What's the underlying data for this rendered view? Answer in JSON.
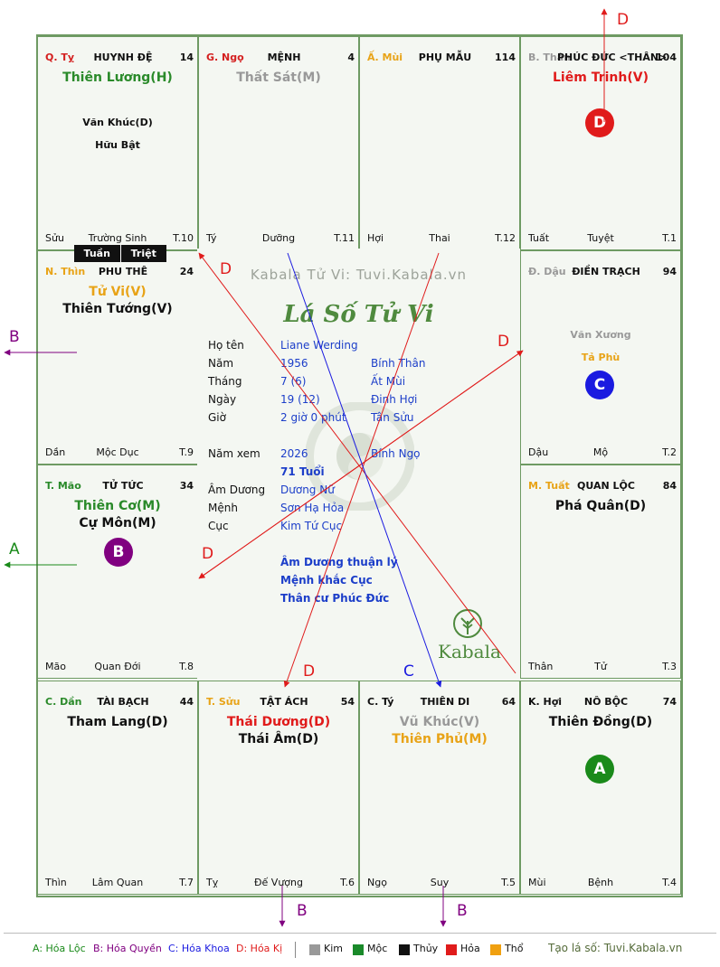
{
  "cells": [
    {
      "can": "Q. Tỵ",
      "can_color": "#d42020",
      "name": "HUYNH ĐỆ",
      "age": "14",
      "stars": [
        {
          "t": "Thiên Lương(H)",
          "c": "#2a8a2a"
        }
      ],
      "minor": [
        "Văn Khúc(D)",
        "Hữu Bật"
      ],
      "bl": "Sửu",
      "bc": "Trường Sinh",
      "br": "T.10"
    },
    {
      "can": "G. Ngọ",
      "can_color": "#d42020",
      "name": "MỆNH",
      "age": "4",
      "stars": [
        {
          "t": "Thất Sát(M)",
          "c": "#999999"
        }
      ],
      "minor": [],
      "bl": "Tý",
      "bc": "Dưỡng",
      "br": "T.11"
    },
    {
      "can": "Ấ. Mùi",
      "can_color": "#e8a317",
      "name": "PHỤ MẪU",
      "age": "114",
      "stars": [],
      "minor": [],
      "bl": "Hợi",
      "bc": "Thai",
      "br": "T.12"
    },
    {
      "can": "B. Thân",
      "can_color": "#999999",
      "name": "PHÚC ĐỨC <THÂN>",
      "age": "104",
      "stars": [
        {
          "t": "Liêm Trinh(V)",
          "c": "#e01b1b"
        }
      ],
      "minor": [],
      "bl": "Tuất",
      "bc": "Tuyệt",
      "br": "T.1"
    },
    {
      "can": "N. Thìn",
      "can_color": "#e8a317",
      "name": "PHU THÊ",
      "age": "24",
      "stars": [
        {
          "t": "Tử Vi(V)",
          "c": "#e8a317"
        },
        {
          "t": "Thiên Tướng(V)",
          "c": "#111111"
        }
      ],
      "minor": [],
      "bl": "Dần",
      "bc": "Mộc Dục",
      "br": "T.9"
    },
    {
      "can": "Đ. Dậu",
      "can_color": "#999999",
      "name": "ĐIỀN TRẠCH",
      "age": "94",
      "stars": [],
      "minor": [
        "Văn Xương",
        "Tả Phù"
      ],
      "minor_colors": [
        "#999999",
        "#e8a317"
      ],
      "bl": "Dậu",
      "bc": "Mộ",
      "br": "T.2"
    },
    {
      "can": "T. Mão",
      "can_color": "#2a8a2a",
      "name": "TỬ TỨC",
      "age": "34",
      "stars": [
        {
          "t": "Thiên Cơ(M)",
          "c": "#2a8a2a"
        },
        {
          "t": "Cự Môn(M)",
          "c": "#111111"
        }
      ],
      "minor": [],
      "bl": "Mão",
      "bc": "Quan Đới",
      "br": "T.8"
    },
    {
      "can": "M. Tuất",
      "can_color": "#e8a317",
      "name": "QUAN LỘC",
      "age": "84",
      "stars": [
        {
          "t": "Phá Quân(D)",
          "c": "#111111"
        }
      ],
      "minor": [],
      "bl": "Thân",
      "bc": "Tử",
      "br": "T.3"
    },
    {
      "can": "C. Dần",
      "can_color": "#2a8a2a",
      "name": "TÀI BẠCH",
      "age": "44",
      "stars": [
        {
          "t": "Tham Lang(D)",
          "c": "#111111"
        }
      ],
      "minor": [],
      "bl": "Thìn",
      "bc": "Lâm Quan",
      "br": "T.7"
    },
    {
      "can": "T. Sửu",
      "can_color": "#e8a317",
      "name": "TẬT ÁCH",
      "age": "54",
      "stars": [
        {
          "t": "Thái Dương(D)",
          "c": "#e01b1b"
        },
        {
          "t": "Thái Âm(D)",
          "c": "#111111"
        }
      ],
      "minor": [],
      "bl": "Tỵ",
      "bc": "Đế Vượng",
      "br": "T.6"
    },
    {
      "can": "C. Tý",
      "can_color": "#111111",
      "name": "THIÊN DI",
      "age": "64",
      "stars": [
        {
          "t": "Vũ Khúc(V)",
          "c": "#999999"
        },
        {
          "t": "Thiên Phủ(M)",
          "c": "#e8a317"
        }
      ],
      "minor": [],
      "bl": "Ngọ",
      "bc": "Suy",
      "br": "T.5"
    },
    {
      "can": "K. Hợi",
      "can_color": "#111111",
      "name": "NÔ BỘC",
      "age": "74",
      "stars": [
        {
          "t": "Thiên Đồng(D)",
          "c": "#111111"
        }
      ],
      "minor": [],
      "bl": "Mùi",
      "bc": "Bệnh",
      "br": "T.4"
    }
  ],
  "badges": [
    {
      "label": "D",
      "color": "#e01b1b"
    },
    {
      "label": "C",
      "color": "#1a1ae0"
    },
    {
      "label": "B",
      "color": "#800080"
    },
    {
      "label": "A",
      "color": "#1a8a1a"
    }
  ],
  "tuan_triet": {
    "tuan": "Tuần",
    "triet": "Triệt"
  },
  "center": {
    "watermark": "Kabala Tử Vi: Tuvi.Kabala.vn",
    "laso": "Lá Số Tử Vi",
    "logo_text": "Kabala",
    "rows": [
      {
        "l": "Họ tên",
        "v1": "Liane Werding",
        "v2": ""
      },
      {
        "l": "Năm",
        "v1": "1956",
        "v2": "Bính Thân"
      },
      {
        "l": "Tháng",
        "v1": "7  (6)",
        "v2": "Ất Mùi"
      },
      {
        "l": "Ngày",
        "v1": "19  (12)",
        "v2": "Đinh Hợi"
      },
      {
        "l": "Giờ",
        "v1": "2 giờ 0 phút",
        "v2": "Tân Sửu"
      },
      {
        "l": "Năm xem",
        "v1": "2026",
        "v2": "Bính Ngọ"
      },
      {
        "l": "",
        "v1": "71 Tuổi",
        "v2": ""
      },
      {
        "l": "Âm Dương",
        "v1": "Dương Nữ",
        "v2": ""
      },
      {
        "l": "Mệnh",
        "v1": "Sơn Hạ Hỏa",
        "v2": ""
      },
      {
        "l": "Cục",
        "v1": "Kim Tứ Cục",
        "v2": ""
      }
    ],
    "notes": [
      "Âm Dương thuận lý",
      "Mệnh khắc Cục",
      "Thân cư Phúc Đức"
    ]
  },
  "arrow_labels": {
    "top_d": "D",
    "left_b": "B",
    "left_a": "A",
    "bottom_b1": "B",
    "bottom_b2": "B",
    "inner_d1": "D",
    "inner_d2": "D",
    "inner_d3": "D",
    "inner_d4": "D",
    "inner_c": "C"
  },
  "legend": {
    "a": "A: Hóa Lộc",
    "b": "B: Hóa Quyền",
    "c": "C: Hóa Khoa",
    "d": "D: Hóa Kị",
    "kim": "Kim",
    "moc": "Mộc",
    "thuy": "Thủy",
    "hoa": "Hỏa",
    "tho": "Thổ",
    "site": "Tạo lá số: Tuvi.Kabala.vn"
  },
  "colors": {
    "kim": "#999999",
    "moc": "#1a8a2a",
    "thuy": "#111111",
    "hoa": "#e01b1b",
    "tho": "#f0a010",
    "hoa_loc": "#1a8a1a",
    "hoa_quyen": "#800080",
    "hoa_khoa": "#1a1ae0",
    "hoa_ki": "#e01b1b"
  }
}
